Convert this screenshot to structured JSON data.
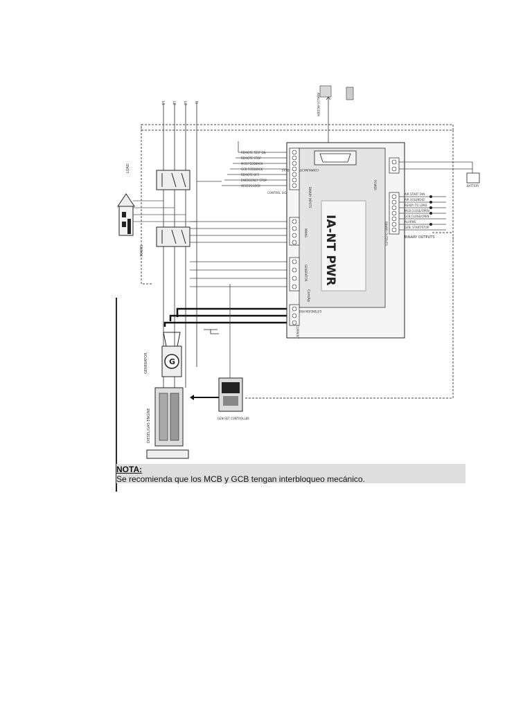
{
  "diagram": {
    "phase_labels": [
      "L1",
      "L2",
      "L3",
      "N"
    ],
    "left_labels": [
      "LOAD",
      "MAINS",
      "GENERATOR",
      "DIESEL/GAS ENGINE"
    ],
    "controller": {
      "model": "IA-NT PWR",
      "brand": "ComAp"
    },
    "sections": {
      "communication": "COMMUNICATION MODULE",
      "binary_inputs": "BINARY INPUTS",
      "binary_outputs": "BINARY OUTPUTS",
      "extension": "EXTENSION MODULE",
      "power": "POWER",
      "mains": "MAINS",
      "generator": "GENERATOR",
      "generator_current": "GENERATOR CURRENT"
    },
    "control_inputs": [
      "REMOTE TEST ON",
      "REMOTE STOP",
      "MCB FEEDBACK",
      "GCB FEEDBACK",
      "REMOTE OFF",
      "EMERGENCY STOP",
      "ACCESS LOCK"
    ],
    "control_signals_label": "CONTROL SIGNALS",
    "binary_output_items": [
      "AIR START FAN",
      "AIR SOLENOID",
      "READY TO LOAD",
      "MCB CLOSE/OPEN",
      "GCB CLOSE/OPEN",
      "ALARMS",
      "GEN. START/STOP"
    ],
    "battery_label": "BATTERY",
    "genset_controller_label": "GEN-SET CONTROLLER",
    "top_device_label": "ANALOG MODEM"
  },
  "note": {
    "title": "NOTA:",
    "text": "Se recomienda que los MCB y GCB tengan interbloqueo mecánico."
  }
}
